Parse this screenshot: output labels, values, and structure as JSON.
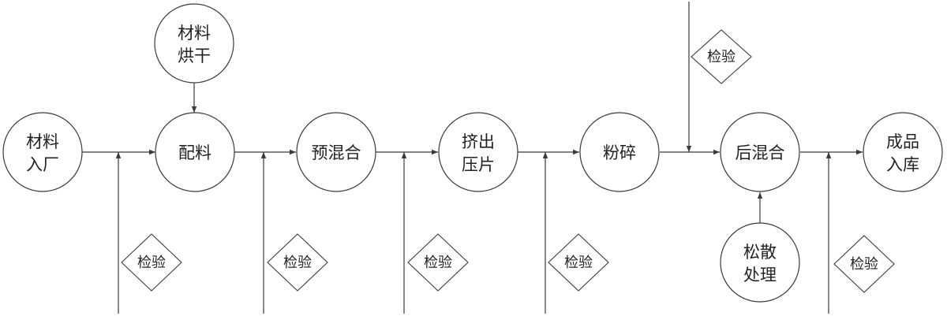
{
  "nodes": [
    {
      "id": "material-in",
      "lines": [
        "材料",
        "入厂"
      ]
    },
    {
      "id": "material-dry",
      "lines": [
        "材料",
        "烘干"
      ]
    },
    {
      "id": "batching",
      "lines": [
        "配料"
      ]
    },
    {
      "id": "premix",
      "lines": [
        "预混合"
      ]
    },
    {
      "id": "extrude",
      "lines": [
        "挤出",
        "压片"
      ]
    },
    {
      "id": "crush",
      "lines": [
        "粉碎"
      ]
    },
    {
      "id": "postmix",
      "lines": [
        "后混合"
      ]
    },
    {
      "id": "loosen",
      "lines": [
        "松散",
        "处理"
      ]
    },
    {
      "id": "product-store",
      "lines": [
        "成品",
        "入库"
      ]
    }
  ],
  "inspection_label": "检验",
  "inspections": [
    {
      "id": "inspect-1"
    },
    {
      "id": "inspect-2"
    },
    {
      "id": "inspect-3"
    },
    {
      "id": "inspect-4"
    },
    {
      "id": "inspect-5"
    },
    {
      "id": "inspect-6"
    }
  ],
  "edges": [
    {
      "from": "material-in",
      "to": "batching"
    },
    {
      "from": "material-dry",
      "to": "batching"
    },
    {
      "from": "batching",
      "to": "premix"
    },
    {
      "from": "premix",
      "to": "extrude"
    },
    {
      "from": "extrude",
      "to": "crush"
    },
    {
      "from": "crush",
      "to": "postmix"
    },
    {
      "from": "loosen",
      "to": "postmix"
    },
    {
      "from": "postmix",
      "to": "product-store"
    }
  ],
  "colors": {
    "stroke": "#3a3a3a",
    "text": "#222222",
    "background": "#ffffff"
  }
}
